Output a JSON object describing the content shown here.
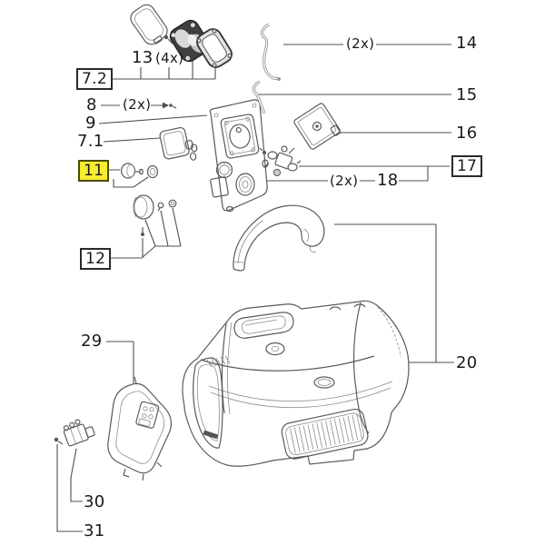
{
  "diagram": {
    "type": "exploded-parts-diagram",
    "colors": {
      "line": "#5a5a5a",
      "leader": "#4f4f4f",
      "text": "#1a1a1a",
      "highlight": "#f8ec30",
      "box_border": "#2a2a2a"
    },
    "highlighted_callout": "11",
    "boxed_callouts": [
      "7.2",
      "11",
      "12",
      "17"
    ],
    "labels": {
      "p72": "7.2",
      "p13": "13",
      "q13": "(4x)",
      "p8": "8",
      "q8": "(2x)",
      "p9": "9",
      "p71": "7.1",
      "p11": "11",
      "p12": "12",
      "q14": "(2x)",
      "p14": "14",
      "p15": "15",
      "p16": "16",
      "p17": "17",
      "q18": "(2x)",
      "p18": "18",
      "p20": "20",
      "p29": "29",
      "p30": "30",
      "p31": "31"
    }
  }
}
